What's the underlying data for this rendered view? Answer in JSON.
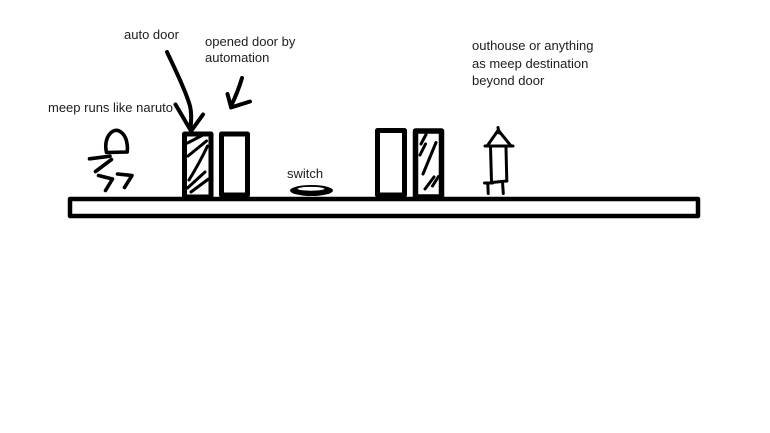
{
  "canvas": {
    "background_color": "#ffffff",
    "ink_color": "#000000",
    "text_color": "#1d1d1d"
  },
  "labels": {
    "auto_door": {
      "lines": [
        "auto door"
      ]
    },
    "opened_door": {
      "lines": [
        "opened door by",
        "automation"
      ]
    },
    "meep_runs": {
      "lines": [
        "meep runs like naruto"
      ]
    },
    "switch": {
      "lines": [
        "switch"
      ]
    },
    "outhouse": {
      "lines": [
        "outhouse or anything",
        "as meep destination",
        "beyond door"
      ]
    }
  },
  "figures": [
    {
      "name": "meep-figure",
      "meaning": "meep character running like naruto"
    },
    {
      "name": "auto-door-closed-hatched",
      "meaning": "auto door (closed, hatched)"
    },
    {
      "name": "auto-door-open-frame",
      "meaning": "door opened by automation"
    },
    {
      "name": "floor-switch",
      "meaning": "switch on the floor"
    },
    {
      "name": "far-door-open-frame",
      "meaning": "second open door frame"
    },
    {
      "name": "far-door-closed-hatched",
      "meaning": "second closed hatched door"
    },
    {
      "name": "rocket-outhouse-figure",
      "meaning": "outhouse / meep destination beyond door"
    },
    {
      "name": "ground-platform",
      "meaning": "ground platform bar"
    },
    {
      "name": "arrow-to-auto-door",
      "meaning": "arrow from auto door label"
    },
    {
      "name": "arrow-to-opened-door",
      "meaning": "arrow from opened door label"
    }
  ]
}
